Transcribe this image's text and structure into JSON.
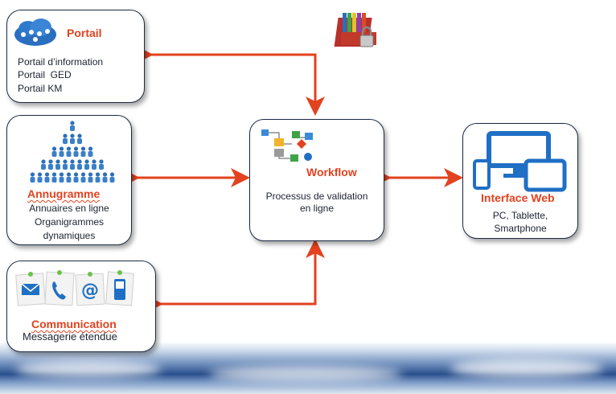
{
  "portail": {
    "title": "Portail",
    "lines": [
      "Portail d’information",
      "Portail  GED",
      "Portail KM"
    ]
  },
  "annugramme": {
    "title": "Annugramme",
    "lines": [
      "Annuaires en ligne",
      "Organigrammes",
      "dynamiques"
    ]
  },
  "communication": {
    "title": "Communication",
    "line": "Messagerie étendue"
  },
  "workflow": {
    "title": "Workflow",
    "lines": [
      "Processus de validation",
      "en ligne"
    ]
  },
  "interface": {
    "title": "Interface Web",
    "lines": [
      "PC, Tablette,",
      "Smartphone"
    ]
  },
  "colors": {
    "arrow": "#e2421f",
    "title": "#e2421f",
    "border": "#1c2a44",
    "device_blue": "#1f6fc5"
  },
  "icons": {
    "portail": "cloud-network-icon",
    "annugramme": "org-chart-icon",
    "communication": "contact-sticky-notes-icon",
    "workflow": "workflow-diagram-icon",
    "interface": "devices-icon",
    "top": "locked-binders-icon"
  }
}
